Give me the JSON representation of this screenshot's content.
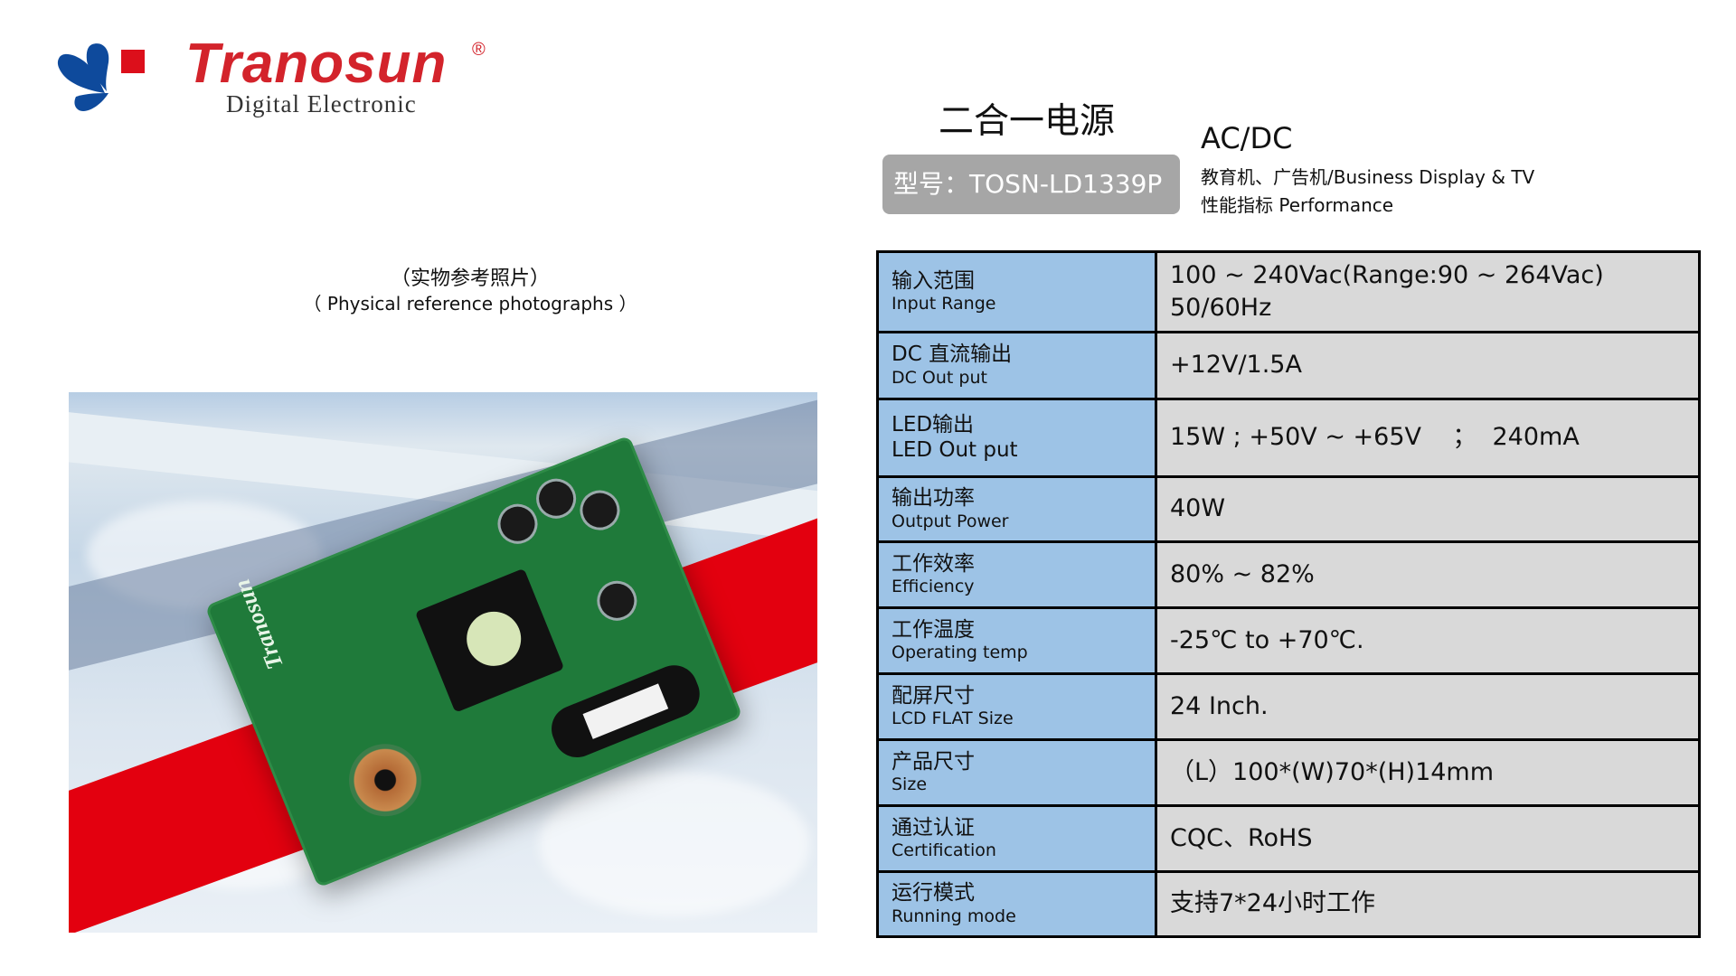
{
  "brand": {
    "name": "Tranosun",
    "registered_mark": "®",
    "subtitle": "Digital Electronic",
    "colors": {
      "red": "#d3232b",
      "blue": "#0e4a9c",
      "square_red": "#dc0f1b"
    }
  },
  "header": {
    "product_title": "二合一电源",
    "model_label": "型号：TOSN-LD1339P",
    "type": "AC/DC",
    "usage": "教育机、广告机/Business Display & TV",
    "performance_heading": "性能指标 Performance"
  },
  "photo": {
    "caption_cn": "（实物参考照片）",
    "caption_en": "（ Physical reference photographs ）",
    "board_text": "Tranosun"
  },
  "specs": {
    "rows": [
      {
        "cn": "输入范围",
        "en": "Input Range",
        "value": [
          "100 ~ 240Vac(Range:90 ~ 264Vac)",
          "50/60Hz"
        ]
      },
      {
        "cn": "DC 直流输出",
        "en": "DC Out put",
        "value": [
          "+12V/1.5A"
        ]
      },
      {
        "cn": "LED输出",
        "en": "LED Out put",
        "value": [
          "15W ; +50V ~ +65V    ；  240mA"
        ]
      },
      {
        "cn": "输出功率",
        "en": "Output Power",
        "value": [
          "40W"
        ]
      },
      {
        "cn": "工作效率",
        "en": "Efficiency",
        "value": [
          "80% ~ 82%"
        ]
      },
      {
        "cn": "工作温度",
        "en": "Operating temp",
        "value": [
          "-25℃ to +70℃."
        ]
      },
      {
        "cn": "配屏尺寸",
        "en": "LCD FLAT Size",
        "value": [
          "24 Inch."
        ]
      },
      {
        "cn": "产品尺寸",
        "en": "Size",
        "value": [
          "（L）100*(W)70*(H)14mm"
        ]
      },
      {
        "cn": "通过认证",
        "en": "Certification",
        "value": [
          "CQC、RoHS"
        ]
      },
      {
        "cn": "运行模式",
        "en": "Running mode",
        "value": [
          "支持7*24小时工作"
        ]
      }
    ],
    "colors": {
      "key_bg": "#9dc3e6",
      "value_bg": "#d9d9d9",
      "border": "#000000"
    }
  }
}
